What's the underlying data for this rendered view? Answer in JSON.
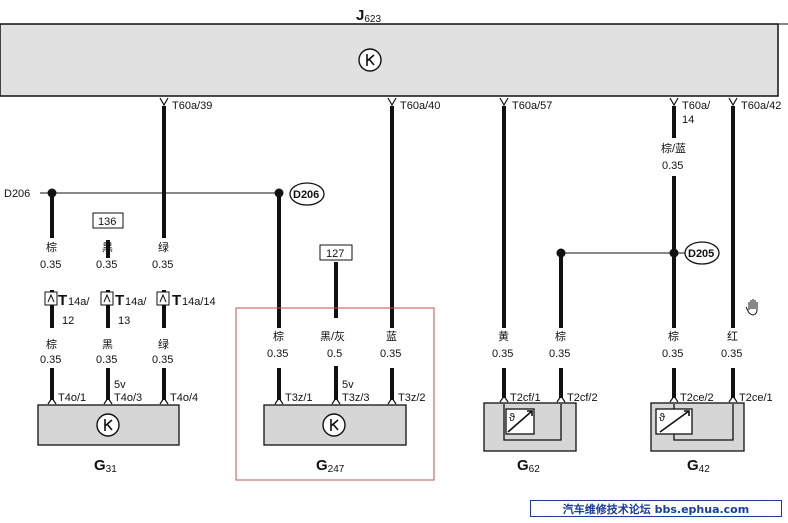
{
  "ecu": {
    "name": "J",
    "sub": "623"
  },
  "ecu_pins": [
    "T60a/39",
    "T60a/40",
    "T60a/57",
    "T60a/",
    "14",
    "T60a/42"
  ],
  "nodes": [
    "D206",
    "D206",
    "D205"
  ],
  "boxes": [
    "136",
    "127"
  ],
  "wire_labels": {
    "c1": [
      "棕",
      "0.35",
      "棕",
      "0.35"
    ],
    "c2": [
      "黑",
      "0.35",
      "黑",
      "0.35"
    ],
    "c3": [
      "绿",
      "0.35",
      "绿",
      "0.35"
    ],
    "c4": [
      "棕",
      "0.35"
    ],
    "c5": [
      "黑/灰",
      "0.5"
    ],
    "c6": [
      "蓝",
      "0.35"
    ],
    "c7": [
      "黄",
      "0.35"
    ],
    "c8": [
      "棕",
      "0.35"
    ],
    "c9": [
      "棕/蓝",
      "0.35",
      "棕",
      "0.35"
    ],
    "c10": [
      "红",
      "0.35"
    ]
  },
  "inline_connectors": [
    {
      "t": "T",
      "s": "14a/",
      "n": "12"
    },
    {
      "t": "T",
      "s": "14a/",
      "n": "13"
    },
    {
      "t": "T",
      "s": "14a/14",
      "n": ""
    }
  ],
  "pins": {
    "g31": [
      "T4o/1",
      "T4o/3",
      "T4o/4",
      "5v"
    ],
    "g247": [
      "T3z/1",
      "T3z/3",
      "T3z/2",
      "5v"
    ],
    "g62": [
      "T2cf/1",
      "T2cf/2"
    ],
    "g42": [
      "T2ce/2",
      "T2ce/1"
    ]
  },
  "components": [
    {
      "name": "G",
      "sub": "31"
    },
    {
      "name": "G",
      "sub": "247"
    },
    {
      "name": "G",
      "sub": "62"
    },
    {
      "name": "G",
      "sub": "42"
    }
  ],
  "sensor_symbol": "ϑ",
  "watermark": "汽车维修技术论坛 bbs.ephua.com",
  "colors": {
    "ecu_fill": "#e1e1e1",
    "component_fill": "#d6d6d6",
    "wire": "#111111",
    "highlight": "#c0504d",
    "watermark": "#1a3c9c"
  }
}
